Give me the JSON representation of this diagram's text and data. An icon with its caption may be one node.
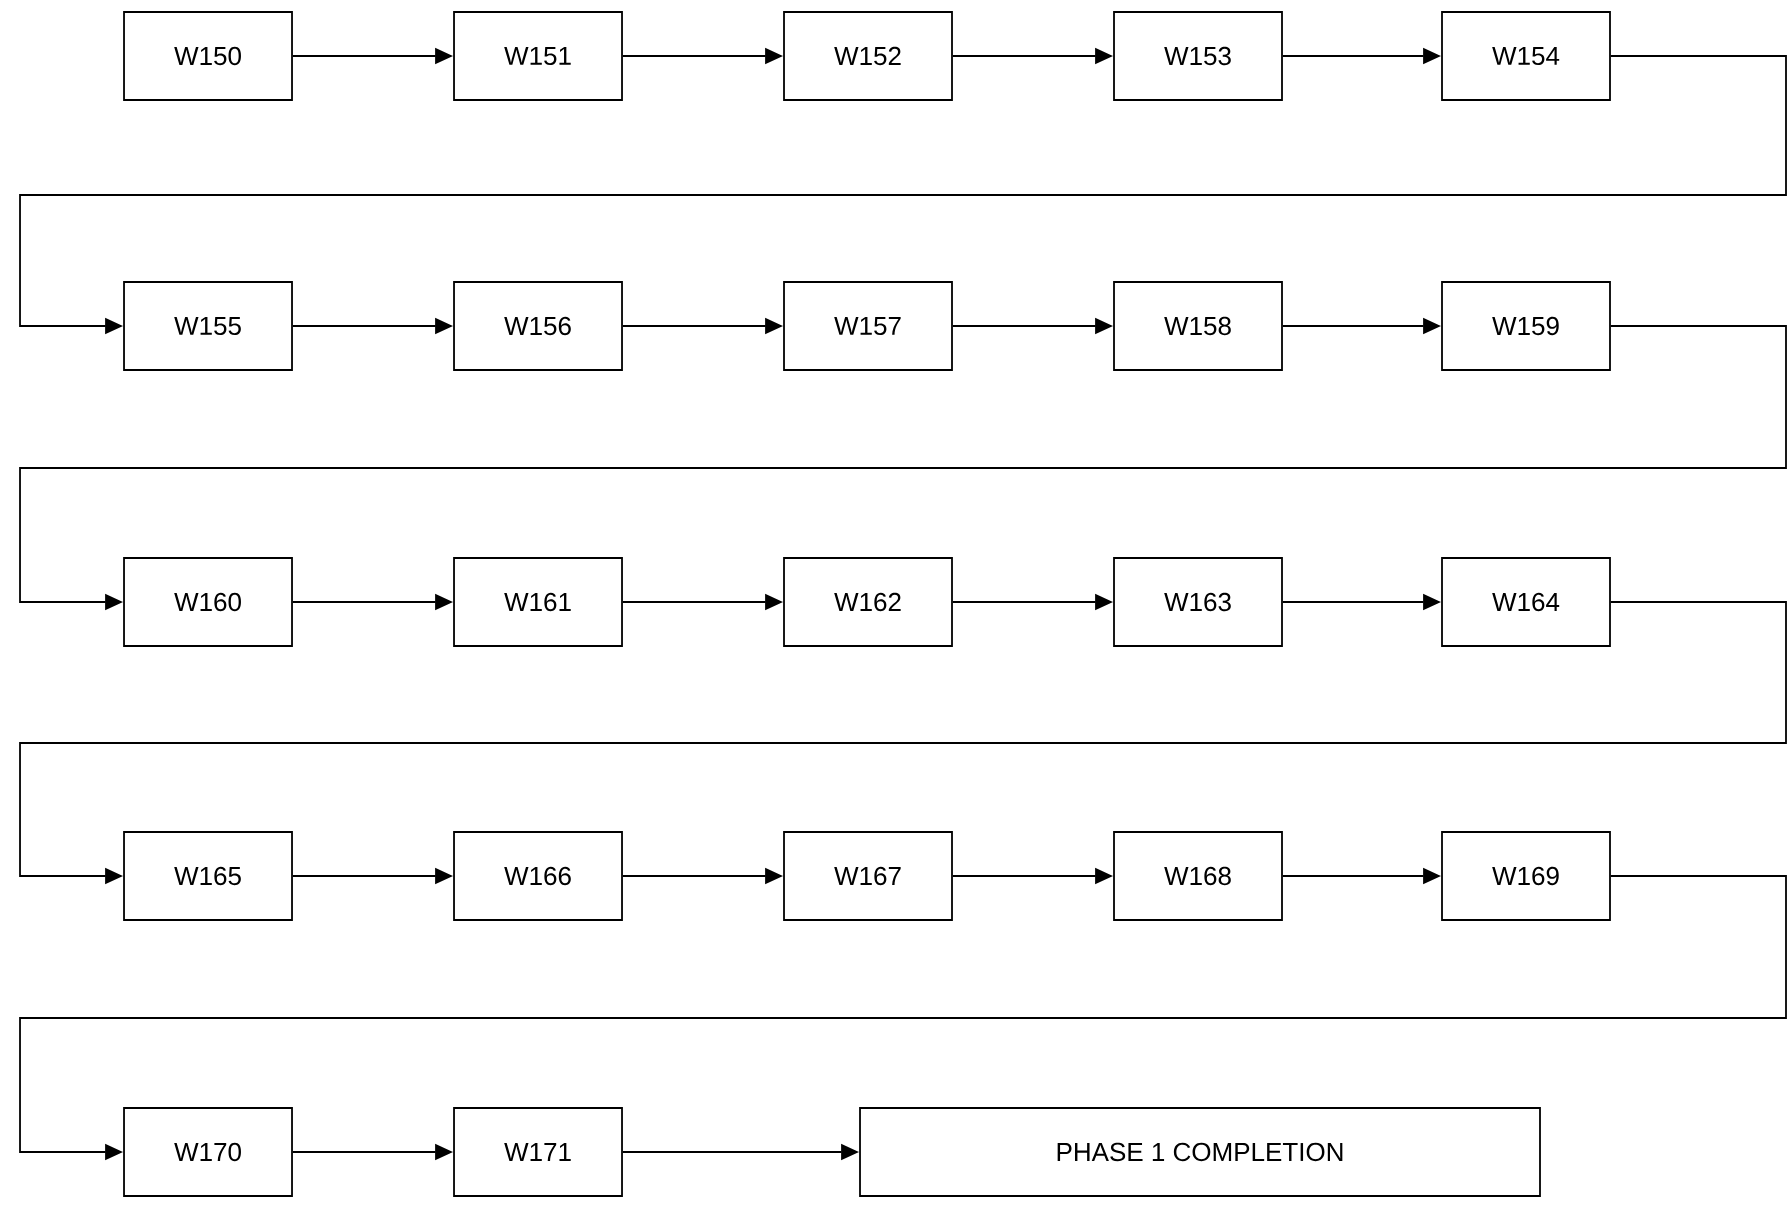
{
  "diagram": {
    "nodes": [
      {
        "text": [
          "W150"
        ]
      },
      {
        "text": [
          "W151"
        ]
      },
      {
        "text": [
          "W152"
        ]
      },
      {
        "text": [
          "W153"
        ]
      },
      {
        "text": [
          "W154"
        ]
      },
      {
        "text": [
          "W155"
        ]
      },
      {
        "text": [
          "W156"
        ]
      },
      {
        "text": [
          "W157"
        ]
      },
      {
        "text": [
          "W158"
        ]
      },
      {
        "text": [
          "W159"
        ]
      },
      {
        "text": [
          "W160"
        ]
      },
      {
        "text": [
          "W161"
        ]
      },
      {
        "text": [
          "W162"
        ]
      },
      {
        "text": [
          "W163"
        ]
      },
      {
        "text": [
          "W164"
        ]
      },
      {
        "text": [
          "W165"
        ]
      },
      {
        "text": [
          "W166"
        ]
      },
      {
        "text": [
          "W167"
        ]
      },
      {
        "text": [
          "W168"
        ]
      },
      {
        "text": [
          "W169"
        ]
      },
      {
        "text": [
          "W170"
        ]
      },
      {
        "text": [
          "W171"
        ]
      },
      {
        "text": [
          "PHASE 1 COMPLETION"
        ]
      }
    ],
    "edges": [
      {
        "from": 0,
        "to": 1,
        "arrow": "to"
      },
      {
        "from": 1,
        "to": 2,
        "arrow": "to"
      },
      {
        "from": 2,
        "to": 3,
        "arrow": "to"
      },
      {
        "from": 3,
        "to": 4,
        "arrow": "to"
      },
      {
        "from": 4,
        "to": 5,
        "arrow": "to"
      },
      {
        "from": 5,
        "to": 6,
        "arrow": "to"
      },
      {
        "from": 6,
        "to": 7,
        "arrow": "to"
      },
      {
        "from": 7,
        "to": 8,
        "arrow": "to"
      },
      {
        "from": 8,
        "to": 9,
        "arrow": "to"
      },
      {
        "from": 9,
        "to": 10,
        "arrow": "to"
      },
      {
        "from": 10,
        "to": 11,
        "arrow": "to"
      },
      {
        "from": 11,
        "to": 12,
        "arrow": "to"
      },
      {
        "from": 12,
        "to": 13,
        "arrow": "to"
      },
      {
        "from": 13,
        "to": 14,
        "arrow": "to"
      },
      {
        "from": 14,
        "to": 15,
        "arrow": "to"
      },
      {
        "from": 15,
        "to": 16,
        "arrow": "to"
      },
      {
        "from": 16,
        "to": 17,
        "arrow": "to"
      },
      {
        "from": 17,
        "to": 18,
        "arrow": "to"
      },
      {
        "from": 18,
        "to": 19,
        "arrow": "to"
      },
      {
        "from": 19,
        "to": 20,
        "arrow": "to"
      },
      {
        "from": 20,
        "to": 21,
        "arrow": "to"
      },
      {
        "from": 21,
        "to": 22,
        "arrow": "to"
      }
    ]
  }
}
